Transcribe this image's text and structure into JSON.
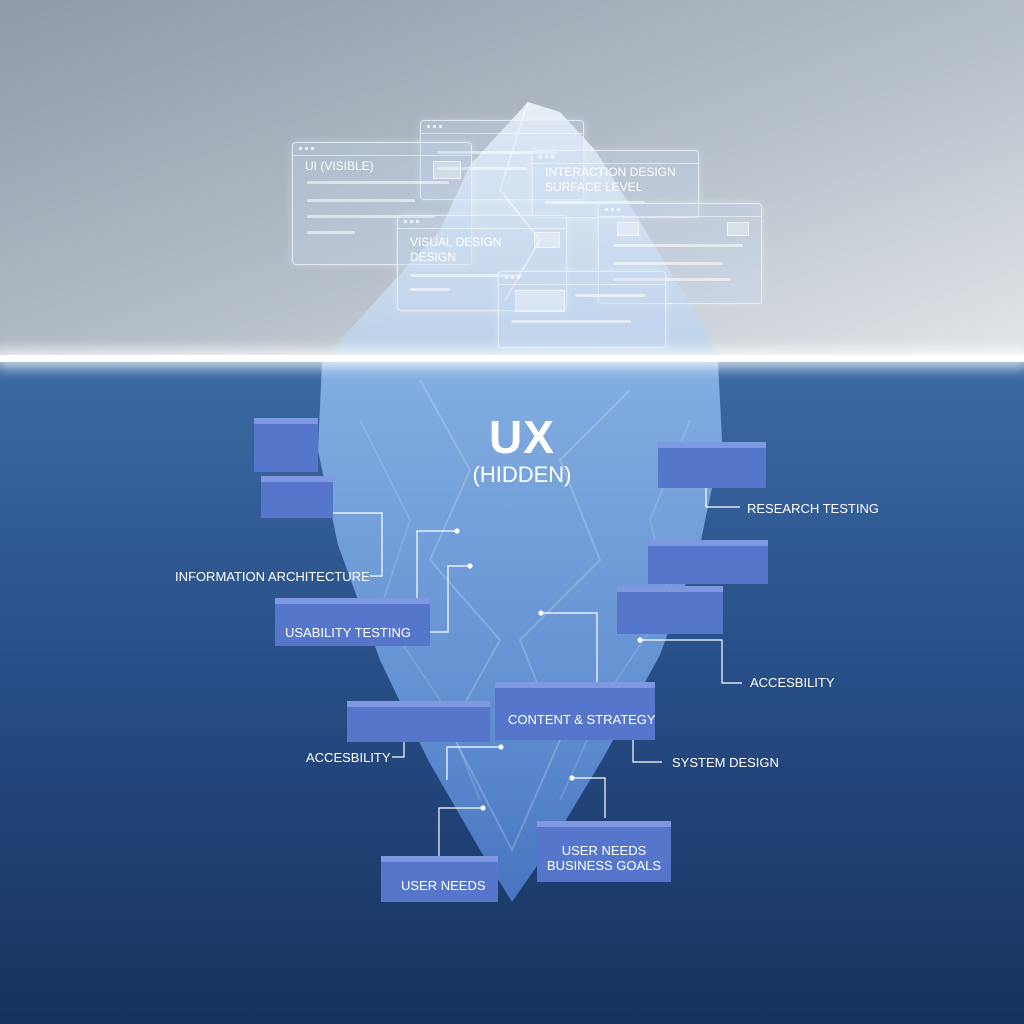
{
  "top_windows": [
    {
      "label_lines": [
        "UI (VISIBLE)"
      ]
    },
    {
      "label_lines": [
        "INTERACTION DESIGN",
        "SURFACE LEVEL"
      ]
    },
    {
      "label_lines": [
        "VISUAL DESIGN",
        "DESIGN"
      ]
    }
  ],
  "center": {
    "title": "UX",
    "subtitle": "(HIDDEN)"
  },
  "labels": {
    "information_architecture": "INFORMATION ARCHITECTURE",
    "usability_testing": "USABILITY TESTING",
    "research_testing": "RESEARCH TESTING",
    "accessibility_right": "ACCESBILITY",
    "content_strategy": "CONTENT & STRATEGY",
    "accessibility_left": "ACCESBILITY",
    "system_design": "SYSTEM DESIGN",
    "user_needs": "USER NEEDS",
    "user_needs_business": [
      "USER NEEDS",
      "BUSINESS GOALS"
    ]
  },
  "colors": {
    "sky": "#b6bfc9",
    "sea": "#284f88",
    "iceberg": "#8fbaeb",
    "block": "#5676cc",
    "text": "#ffffff"
  }
}
